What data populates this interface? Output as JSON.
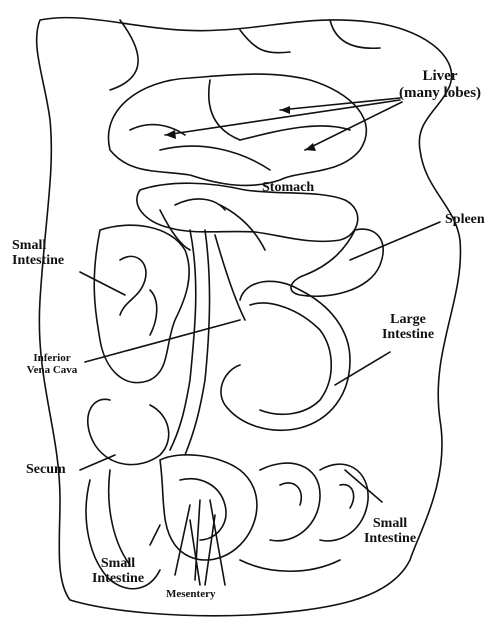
{
  "labels": {
    "liver": {
      "line1": "Liver",
      "line2": "(many lobes)"
    },
    "stomach": "Stomach",
    "spleen": "Spleen",
    "small_intestine_top": {
      "line1": "Small",
      "line2": "Intestine"
    },
    "inferior_vena_cava": {
      "line1": "Inferior",
      "line2": "Vena Cava"
    },
    "large_intestine": {
      "line1": "Large",
      "line2": "Intestine"
    },
    "secum": "Secum",
    "small_intestine_right": {
      "line1": "Small",
      "line2": "Intestine"
    },
    "small_intestine_bottom": {
      "line1": "Small",
      "line2": "Intestine"
    },
    "mesentery": "Mesentery"
  },
  "colors": {
    "ink": "#111111",
    "paper": "#ffffff"
  }
}
